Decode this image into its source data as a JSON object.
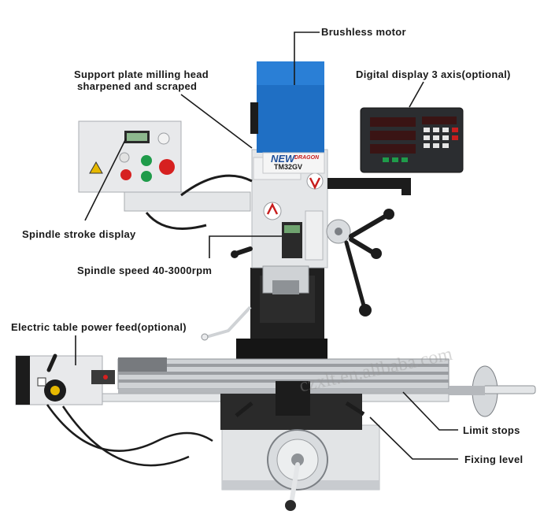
{
  "callouts": {
    "brushless_motor": "Brushless  motor",
    "support_plate_line1": "Support plate milling head",
    "support_plate_line2": "sharpened and scraped",
    "digital_display": "Digital display 3 axis(optional)",
    "spindle_stroke": "Spindle stroke display",
    "spindle_speed": "Spindle speed 40-3000rpm",
    "table_power_feed": "Electric table power feed(optional)",
    "limit_stops": "Limit stops",
    "fixing_level": "Fixing level"
  },
  "machine": {
    "brand": "NEW",
    "brand_sub": "DRAGON",
    "model": "TM32GV"
  },
  "watermark": "czxlt.en.alibaba.com",
  "colors": {
    "motor_blue": "#1f6fc4",
    "machine_gray": "#d9dcdf",
    "dark": "#1c1c1c",
    "red_button": "#d62020",
    "green_button": "#1f9b4a"
  }
}
